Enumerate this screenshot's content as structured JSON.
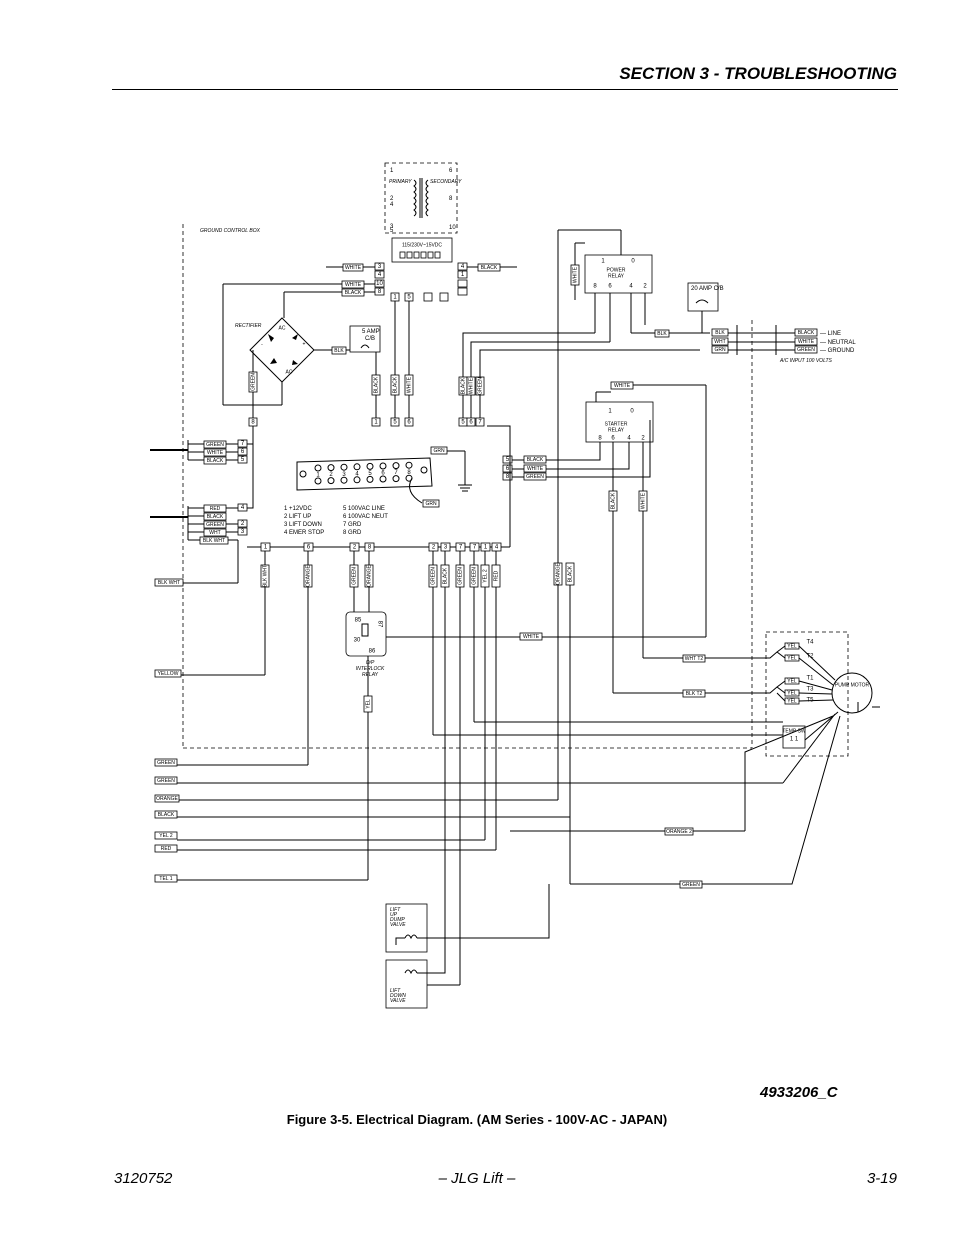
{
  "header": {
    "title": "SECTION 3 - TROUBLESHOOTING"
  },
  "diagram": {
    "transformer": {
      "primary": "PRIMARY",
      "secondary": "SECONDARY",
      "rectifier_label": "115/230V~15VDC",
      "pins": [
        "1",
        "6",
        "2",
        "4",
        "8",
        "3",
        "5",
        "10"
      ]
    },
    "ground_control_box": "GROUND CONTROL BOX",
    "rectifier": "RECTIFIER",
    "ac_top": "AC",
    "ac_bottom": "AC",
    "breaker_5amp": "5 AMP C/B",
    "breaker_20amp": "20 AMP C/B",
    "power_relay": "POWER RELAY",
    "starter_relay": "STARTER RELAY",
    "ac_input": "A/C INPUT 100 VOLTS",
    "line": "LINE",
    "neutral": "NEUTRAL",
    "ground": "GROUND",
    "pump_motor": "PUMP MOTOR",
    "interlock_relay": "O/P INTERLOCK RELAY",
    "lift_up_valve": "LIFT UP DUMP VALVE",
    "lift_down_valve": "LIFT DOWN VALVE",
    "temp_sw": "TEMP SW",
    "terminal_legend": [
      "1 +12VDC",
      "2 LIFT UP",
      "3 LIFT DOWN",
      "4 EMER STOP",
      "5 100VAC LINE",
      "6 100VAC NEUT",
      "7 GRD",
      "8 GRD"
    ],
    "relay_pins": [
      "1",
      "0",
      "8",
      "6",
      "4",
      "2"
    ],
    "motor_terminals": [
      "T4",
      "T2",
      "T1",
      "T3",
      "T5"
    ],
    "wire_tags": {
      "white": "WHITE",
      "black": "BLACK",
      "green": "GREEN",
      "red": "RED",
      "yellow": "YELLOW",
      "orange": "ORANGE",
      "grn": "GRN",
      "blk": "BLK",
      "wht": "WHT",
      "blk_wht": "BLK WHT",
      "yel": "YEL",
      "tel": "TEL",
      "wht_t2": "WHT T2",
      "blk_t2": "BLK T2",
      "orange2": "ORANGE 2",
      "yel2": "YEL 2",
      "tel1": "TEL 1",
      "pin85": "85",
      "pin86": "86",
      "pin87": "87",
      "pin30": "30"
    }
  },
  "figure": {
    "drawing_id": "4933206_C",
    "caption": "Figure 3-5. Electrical Diagram. (AM Series - 100V-AC - JAPAN)"
  },
  "footer": {
    "left": "3120752",
    "center": "– JLG Lift –",
    "right": "3-19"
  }
}
